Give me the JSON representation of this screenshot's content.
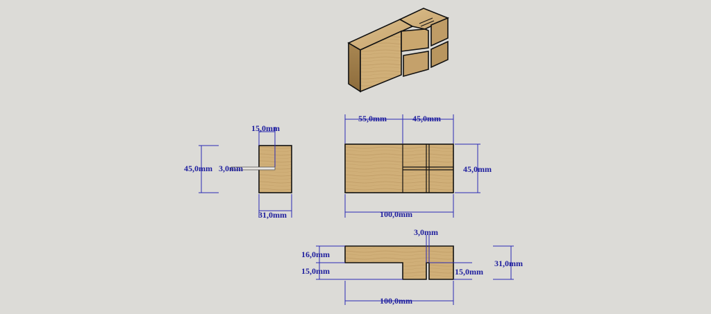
{
  "dimensions": {
    "side_top": "15,0mm",
    "side_left": "45,0mm",
    "side_slot": "3,0mm",
    "side_bottom": "31,0mm",
    "front_top_left": "55,0mm",
    "front_top_right": "45,0mm",
    "front_right": "45,0mm",
    "front_bottom": "100,0mm",
    "bottom_slot": "3,0mm",
    "bottom_left_top": "16,0mm",
    "bottom_left_bottom": "15,0mm",
    "bottom_right_inner": "15,0mm",
    "bottom_right": "31,0mm",
    "bottom_length": "100,0mm"
  },
  "colors": {
    "background": "#dcdbd7",
    "wood_light": "#d3b37c",
    "wood_mid": "#c3a06a",
    "wood_dark": "#a17e4b",
    "dimension": "#1f1f9e"
  }
}
